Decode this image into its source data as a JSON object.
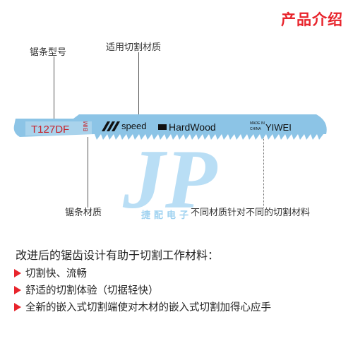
{
  "header": {
    "title": "产品介绍"
  },
  "callouts": {
    "model": "锯条型号",
    "applicable": "适用切割材质",
    "blade_material": "锯条材质",
    "different": "不同材质针对不同的切割材料"
  },
  "blade": {
    "model_code": "T127DF",
    "material_code": "BIM",
    "speed_label": "speed",
    "wood_label": "HardWood",
    "made_in": "MADE IN",
    "china": "CHINA",
    "brand": "YIWEI",
    "color": "#8cc4e6"
  },
  "watermark": {
    "logo": "JP",
    "sub": "捷配电子"
  },
  "intro": {
    "title": "改进后的锯齿设计有助于切割工作材料：",
    "bullets": [
      "切割快、流畅",
      "舒适的切割体验（切据轻快）",
      "全新的嵌入式切割端使对木材的嵌入式切割加得心应手"
    ]
  },
  "colors": {
    "accent": "#e8242c"
  }
}
